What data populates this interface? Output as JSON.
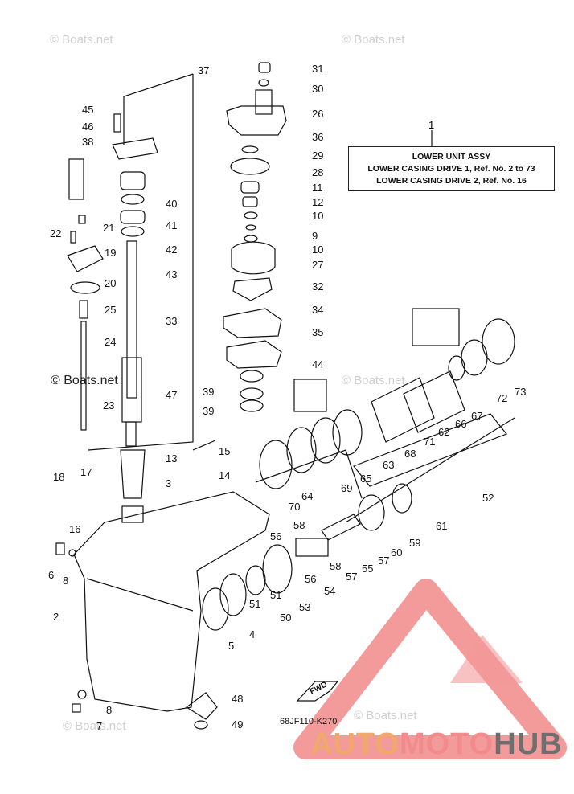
{
  "watermarks": [
    "© Boats.net",
    "© Boats.net",
    "© Boats.net",
    "© Boats.net",
    "© Boats.net",
    "© Boats.net"
  ],
  "assembly_box": {
    "ref": "1",
    "line1": "LOWER UNIT ASSY",
    "line2": "LOWER CASING DRIVE 1,  Ref. No. 2 to 73",
    "line3": "LOWER CASING DRIVE 2,  Ref. No. 16"
  },
  "diagram_code": "68JF110-K270",
  "fwd_label": "FWD",
  "brand": {
    "part1": "AUTO",
    "part2": "MOTO",
    "part3": "HUB"
  },
  "colors": {
    "line": "#111111",
    "brand_orange": "#f0a86b",
    "brand_pink": "#f28c8c",
    "brand_gray": "#6e6e6e",
    "logo_red": "#f39a9a"
  },
  "callouts": [
    "31",
    "30",
    "37",
    "26",
    "36",
    "29",
    "28",
    "11",
    "12",
    "10",
    "9",
    "10",
    "27",
    "32",
    "34",
    "35",
    "44",
    "39",
    "39",
    "45",
    "46",
    "38",
    "40",
    "41",
    "42",
    "43",
    "22",
    "21",
    "19",
    "20",
    "25",
    "24",
    "33",
    "47",
    "23",
    "15",
    "14",
    "13",
    "3",
    "18",
    "17",
    "16",
    "6",
    "8",
    "2",
    "5",
    "4",
    "51",
    "51",
    "50",
    "53",
    "56",
    "58",
    "56",
    "58",
    "54",
    "57",
    "55",
    "57",
    "60",
    "59",
    "61",
    "52",
    "64",
    "69",
    "70",
    "65",
    "63",
    "68",
    "71",
    "62",
    "66",
    "67",
    "72",
    "73",
    "48",
    "49",
    "8",
    "7"
  ]
}
